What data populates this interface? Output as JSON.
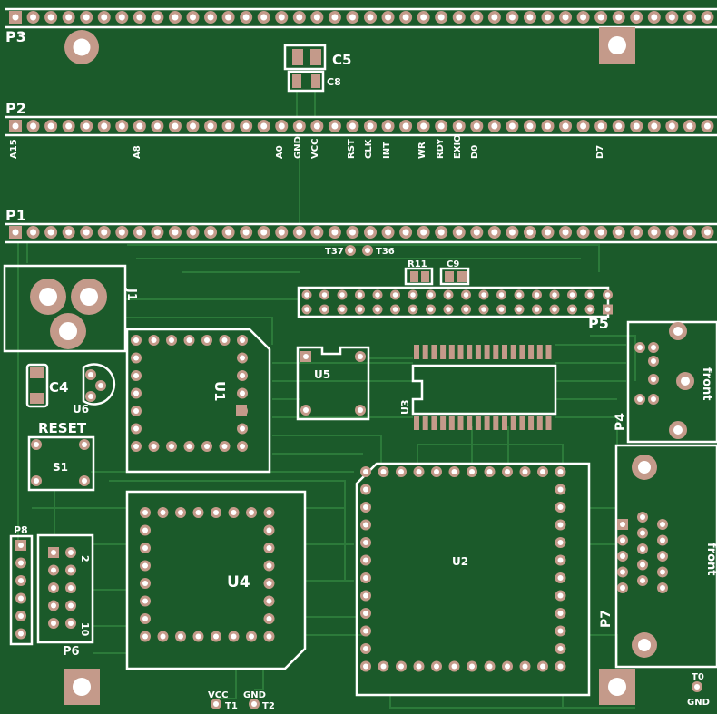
{
  "colors": {
    "board": "#1b5a2a",
    "trace": "#2c7a3a",
    "pad": "#c49a8a",
    "hole": "#ffffff",
    "silk": "#ffffff"
  },
  "headers": {
    "p3": "P3",
    "p2": "P2",
    "p1": "P1",
    "p5": "P5",
    "p4": "P4",
    "p7": "P7",
    "p6": "P6",
    "p8": "P8"
  },
  "bus_signals": {
    "a15": "A15",
    "a8": "A8",
    "a0": "A0",
    "gnd": "GND",
    "vcc": "VCC",
    "rst": "RST",
    "clk": "CLK",
    "int": "INT",
    "wr": "WR",
    "rdy": "RDY",
    "exio": "EXIO",
    "d0": "D0",
    "d7": "D7"
  },
  "components": {
    "c5": "C5",
    "c8": "C8",
    "c4": "C4",
    "c9": "C9",
    "r11": "R11",
    "u1": "U1",
    "u2": "U2",
    "u3": "U3",
    "u4": "U4",
    "u5": "U5",
    "u6": "U6",
    "j1": "J1",
    "s1": "S1",
    "reset": "RESET",
    "front_p4": "front",
    "front_p7": "front",
    "p6_pin2": "2",
    "p6_pin10": "10"
  },
  "testpoints": {
    "t37": "T37",
    "t36": "T36",
    "t1": "T1",
    "t2": "T2",
    "t0": "T0",
    "t1_net": "VCC",
    "t2_net": "GND",
    "t0_net": "GND"
  }
}
